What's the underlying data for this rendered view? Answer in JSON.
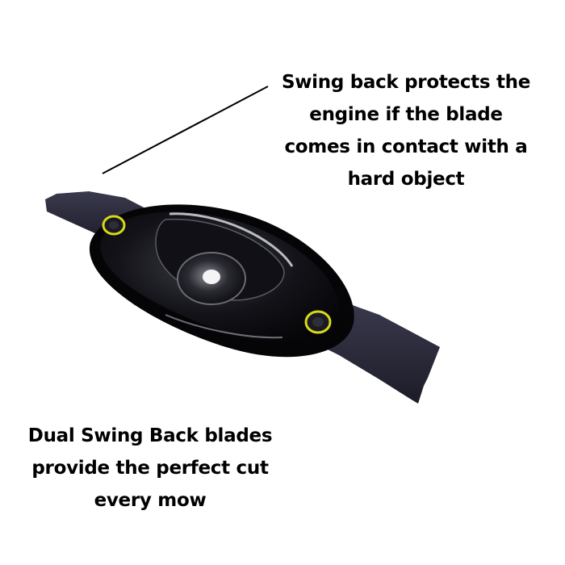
{
  "captions": {
    "top": [
      "Swing back protects the",
      "engine if the blade",
      "comes in contact with a",
      "hard object"
    ],
    "bottom": [
      "Dual Swing Back blades",
      "provide the perfect cut",
      "every mow"
    ]
  },
  "colors": {
    "blade": "#2b2b3b",
    "housing": "#0a0a0e",
    "rivet_ring": "#d8d81a",
    "text": "#000000"
  }
}
